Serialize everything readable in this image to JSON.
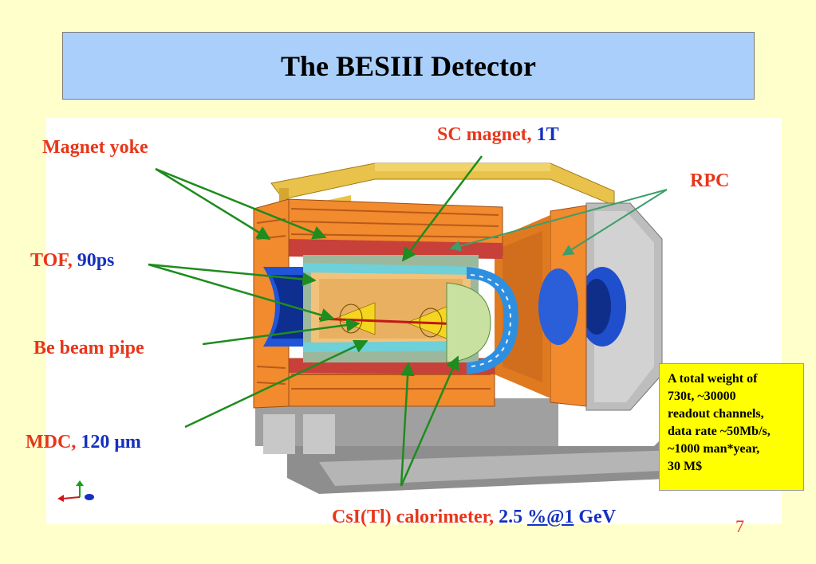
{
  "title": "The BESIII Detector",
  "labels": {
    "magnet_yoke": "Magnet yoke",
    "sc_magnet": "SC magnet,",
    "sc_magnet_value": "1T",
    "rpc": "RPC",
    "tof": "TOF,",
    "tof_value": "90ps",
    "be_beam_pipe": "Be beam pipe",
    "mdc": "MDC,",
    "mdc_value": "120 μm",
    "csi": "CsI(Tl) calorimeter,",
    "csi_value_a": "2.5",
    "csi_value_b": "%@1",
    "csi_value_c": "GeV"
  },
  "info_lines": [
    "A total weight of",
    "730t, ~30000",
    "readout channels,",
    "data rate ~50Mb/s,",
    "~1000 man*year,",
    "30 M$"
  ],
  "slide_number": "7",
  "colors": {
    "background": "#FFFFCC",
    "title_box": "#A9CFFA",
    "label_red": "#E8361A",
    "label_blue": "#1530C0",
    "arrow_green": "#1E8C1E",
    "info_box": "#FFFF00"
  }
}
